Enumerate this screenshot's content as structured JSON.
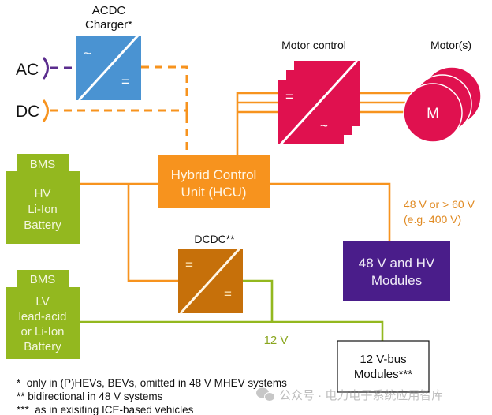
{
  "inputs": {
    "ac": "AC",
    "dc": "DC"
  },
  "charger": {
    "title_line1": "ACDC",
    "title_line2": "Charger*",
    "ac_symbol": "~",
    "dc_symbol": "="
  },
  "motor_control": {
    "label": "Motor control",
    "in_symbol": "=",
    "out_symbol": "~"
  },
  "motors": {
    "label": "Motor(s)",
    "symbol": "M"
  },
  "hcu": {
    "line1": "Hybrid Control",
    "line2": "Unit (HCU)"
  },
  "hv_battery": {
    "bms": "BMS",
    "lines": [
      "HV",
      "Li-Ion",
      "Battery"
    ]
  },
  "lv_battery": {
    "bms": "BMS",
    "lines": [
      "LV",
      "lead-acid",
      "or Li-Ion",
      "Battery"
    ]
  },
  "dcdc": {
    "label": "DCDC**",
    "in_symbol": "=",
    "out_symbol": "="
  },
  "hv_bus_label": {
    "line1": "48 V or > 60 V",
    "line2": "(e.g. 400 V)"
  },
  "hv_modules": {
    "line1": "48 V and HV",
    "line2": "Modules"
  },
  "lv_bus_label": "12 V",
  "lv_modules": {
    "line1": "12 V-bus",
    "line2": "Modules***"
  },
  "footnotes": [
    "*  only in (P)HEVs, BEVs, omitted in 48 V MHEV systems",
    "** bidirectional in 48 V systems",
    "***  as in exisiting ICE-based vehicles"
  ],
  "watermark": "公众号 · 电力电子系统应用智库",
  "colors": {
    "orange": "#f7931e",
    "ac_purple": "#5b2d8e",
    "charger_blue": "#4a93d2",
    "motor_magenta": "#e0114f",
    "battery_green": "#93b81f",
    "dcdc_brown": "#c6700a",
    "modules_purple": "#4a1d8a",
    "hv_label": "#e08a22",
    "lv_label": "#8aa61f"
  }
}
